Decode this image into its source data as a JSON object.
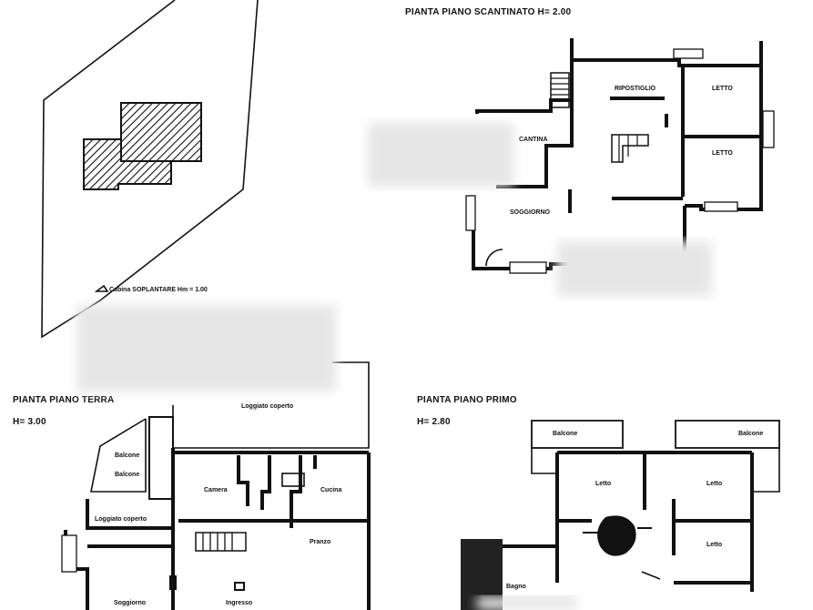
{
  "site_plan": {
    "note": "Cabina SOPLANTARE Hm = 1.00"
  },
  "basement": {
    "title": "PIANTA PIANO SCANTINATO H= 2.00",
    "rooms": {
      "ripostiglio": "RIPOSTIGLIO",
      "letto_1": "LETTO",
      "letto_2": "LETTO",
      "cantina": "CANTINA",
      "soggiorno": "SOGGIORNO"
    }
  },
  "ground_floor": {
    "title": "PIANTA PIANO TERRA",
    "height": "H= 3.00",
    "rooms": {
      "loggiato_coperto_top": "Loggiato coperto",
      "balcone_1": "Balcone",
      "balcone_2": "Balcone",
      "camera": "Camera",
      "cucina": "Cucina",
      "loggiato_coperto_left": "Loggiato coperto",
      "pranzo": "Pranzo",
      "soggiorno": "Soggiorno",
      "ingresso": "Ingresso"
    }
  },
  "first_floor": {
    "title": "PIANTA PIANO PRIMO",
    "height": "H= 2.80",
    "rooms": {
      "balcone_left": "Balcone",
      "balcone_right": "Balcone",
      "letto_1": "Letto",
      "letto_2": "Letto",
      "letto_3": "Letto",
      "bagno": "Bagno"
    }
  }
}
